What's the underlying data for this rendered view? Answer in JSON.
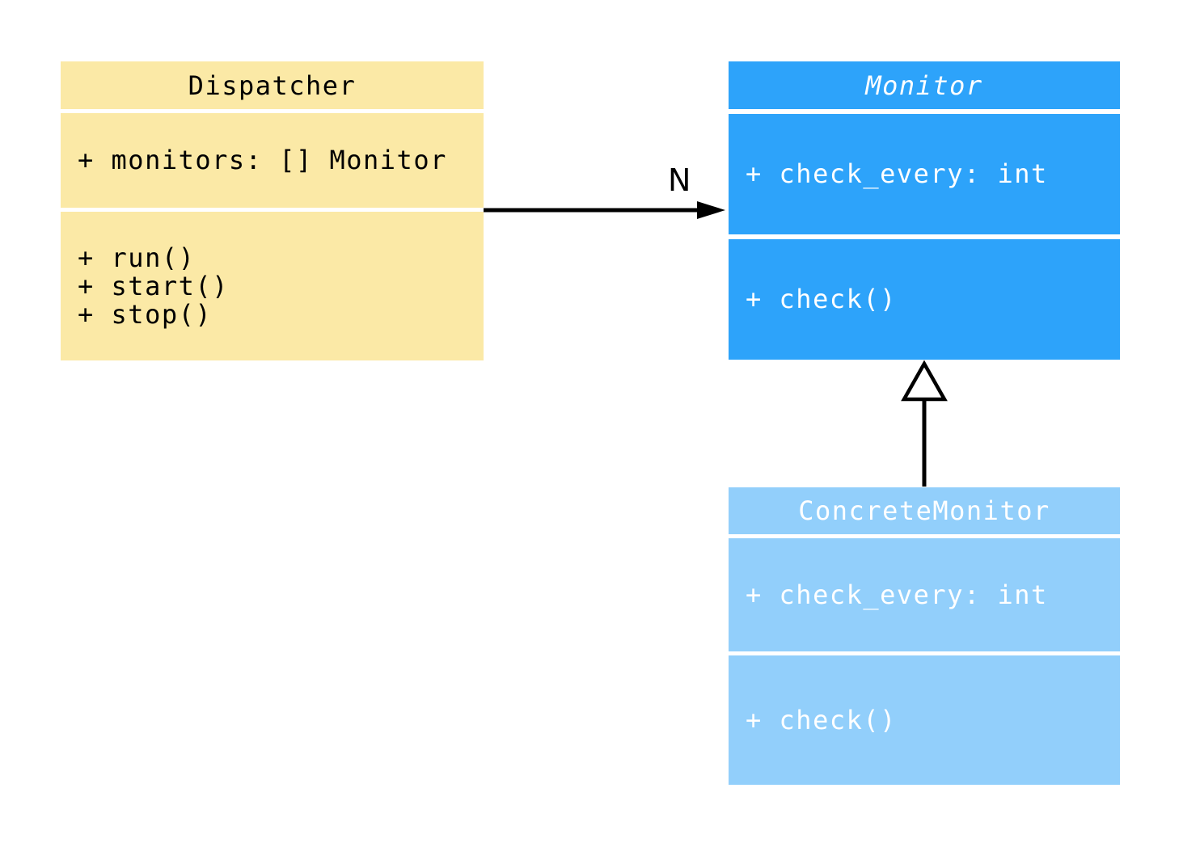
{
  "diagram": {
    "type": "uml-class-diagram",
    "background_color": "#ffffff",
    "classes": [
      {
        "name": "Dispatcher",
        "name_italic": false,
        "bg": "#FBE9A6",
        "fg": "#000000",
        "attributes": [
          "+ monitors: [] Monitor"
        ],
        "methods": [
          "+ run()",
          "+ start()",
          "+ stop()"
        ]
      },
      {
        "name": "Monitor",
        "name_italic": true,
        "bg": "#2DA3FA",
        "fg": "#ffffff",
        "attributes": [
          "+ check_every: int"
        ],
        "methods": [
          "+ check()"
        ]
      },
      {
        "name": "ConcreteMonitor",
        "name_italic": false,
        "bg": "#92CFFB",
        "fg": "#ffffff",
        "attributes": [
          "+ check_every: int"
        ],
        "methods": [
          "+ check()"
        ]
      }
    ],
    "relations": [
      {
        "type": "association",
        "from": "Dispatcher",
        "to": "Monitor",
        "label": "N",
        "line_color": "#000000"
      },
      {
        "type": "inheritance",
        "from": "ConcreteMonitor",
        "to": "Monitor",
        "label": "",
        "line_color": "#000000"
      }
    ]
  }
}
